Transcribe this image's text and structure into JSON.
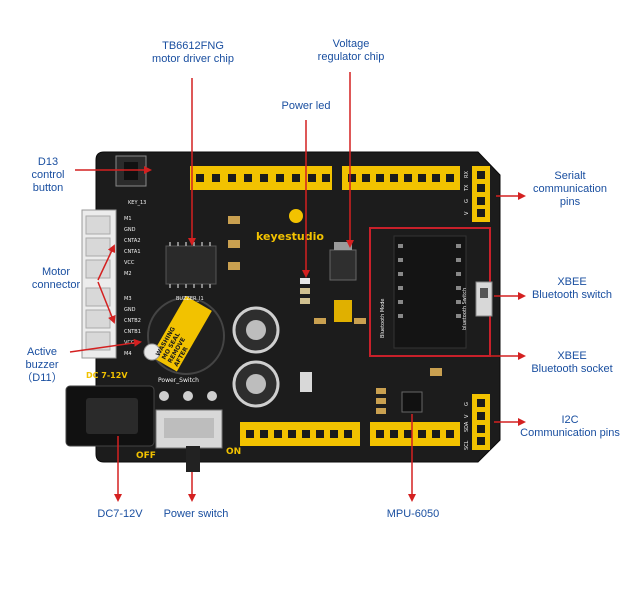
{
  "labels": {
    "tb6612": [
      "TB6612FNG",
      "motor driver chip"
    ],
    "voltage": [
      "Voltage",
      "regulator chip"
    ],
    "power_led": [
      "Power led"
    ],
    "d13": [
      "D13",
      "control",
      "button"
    ],
    "serial": [
      "Serialt",
      "communication",
      "pins"
    ],
    "motor": [
      "Motor",
      "connector"
    ],
    "xbee_switch": [
      "XBEE",
      "Bluetooth switch"
    ],
    "buzzer": [
      "Active",
      "buzzer",
      "（D11）"
    ],
    "xbee_socket": [
      "XBEE",
      "Bluetooth socket"
    ],
    "i2c": [
      "I2C",
      "Communication pins"
    ],
    "dc": [
      "DC7-12V"
    ],
    "power_switch": [
      "Power switch"
    ],
    "mpu": [
      "MPU-6050"
    ]
  },
  "board": {
    "brand": "keyestudio",
    "key": "KEY_13",
    "dc": "DC 7-12V",
    "power_switch": "Power_Switch",
    "off": "OFF",
    "on": "ON",
    "buzzer": "BUZZER_I1",
    "bt_mode": "Bluetooth Mode",
    "bt_switch": "bluetooth Switch",
    "motor_pins_a": [
      "M1",
      "GND",
      "CNTA2",
      "CNTA1",
      "VCC",
      "M2"
    ],
    "motor_pins_b": [
      "M3",
      "GND",
      "CNTB2",
      "CNTB1",
      "VCC",
      "M4"
    ],
    "serial_pins": [
      "RX",
      "TX",
      "G",
      "V"
    ],
    "i2c_pins": [
      "SCL",
      "SDA",
      "V",
      "G"
    ],
    "buzzer_text": [
      "WASHING",
      "MO SEAL",
      "REMOVE",
      "AFTER"
    ]
  },
  "colors": {
    "board": "#1c1c1c",
    "header": "#f2c200",
    "arrow": "#d42020",
    "label": "#1a4fa0",
    "xbee_box": "#c8202a"
  }
}
